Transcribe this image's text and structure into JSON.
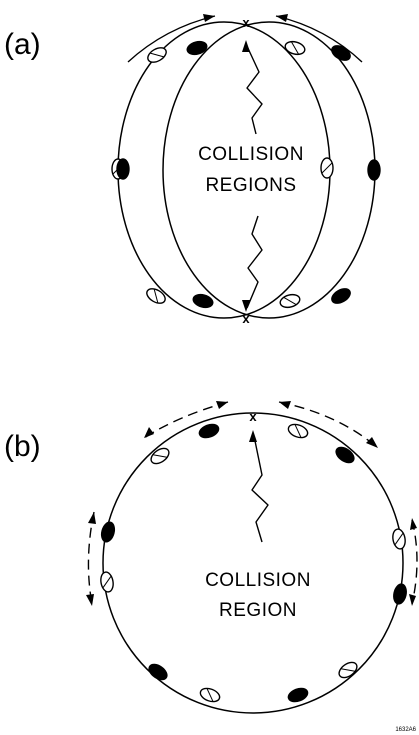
{
  "panel_a": {
    "label": "(a)",
    "annotation_line1": "COLLISION",
    "annotation_line2": "REGIONS",
    "crossing_mark_top": "x",
    "crossing_mark_bottom": "x"
  },
  "panel_b": {
    "label": "(b)",
    "annotation_line1": "COLLISION",
    "annotation_line2": "REGION",
    "crossing_mark": "x"
  },
  "figure_id": "1632A6",
  "legend": {
    "open_bunch_icon": "open-ellipse-bunch-icon",
    "solid_bunch_icon": "solid-ellipse-bunch-icon"
  }
}
